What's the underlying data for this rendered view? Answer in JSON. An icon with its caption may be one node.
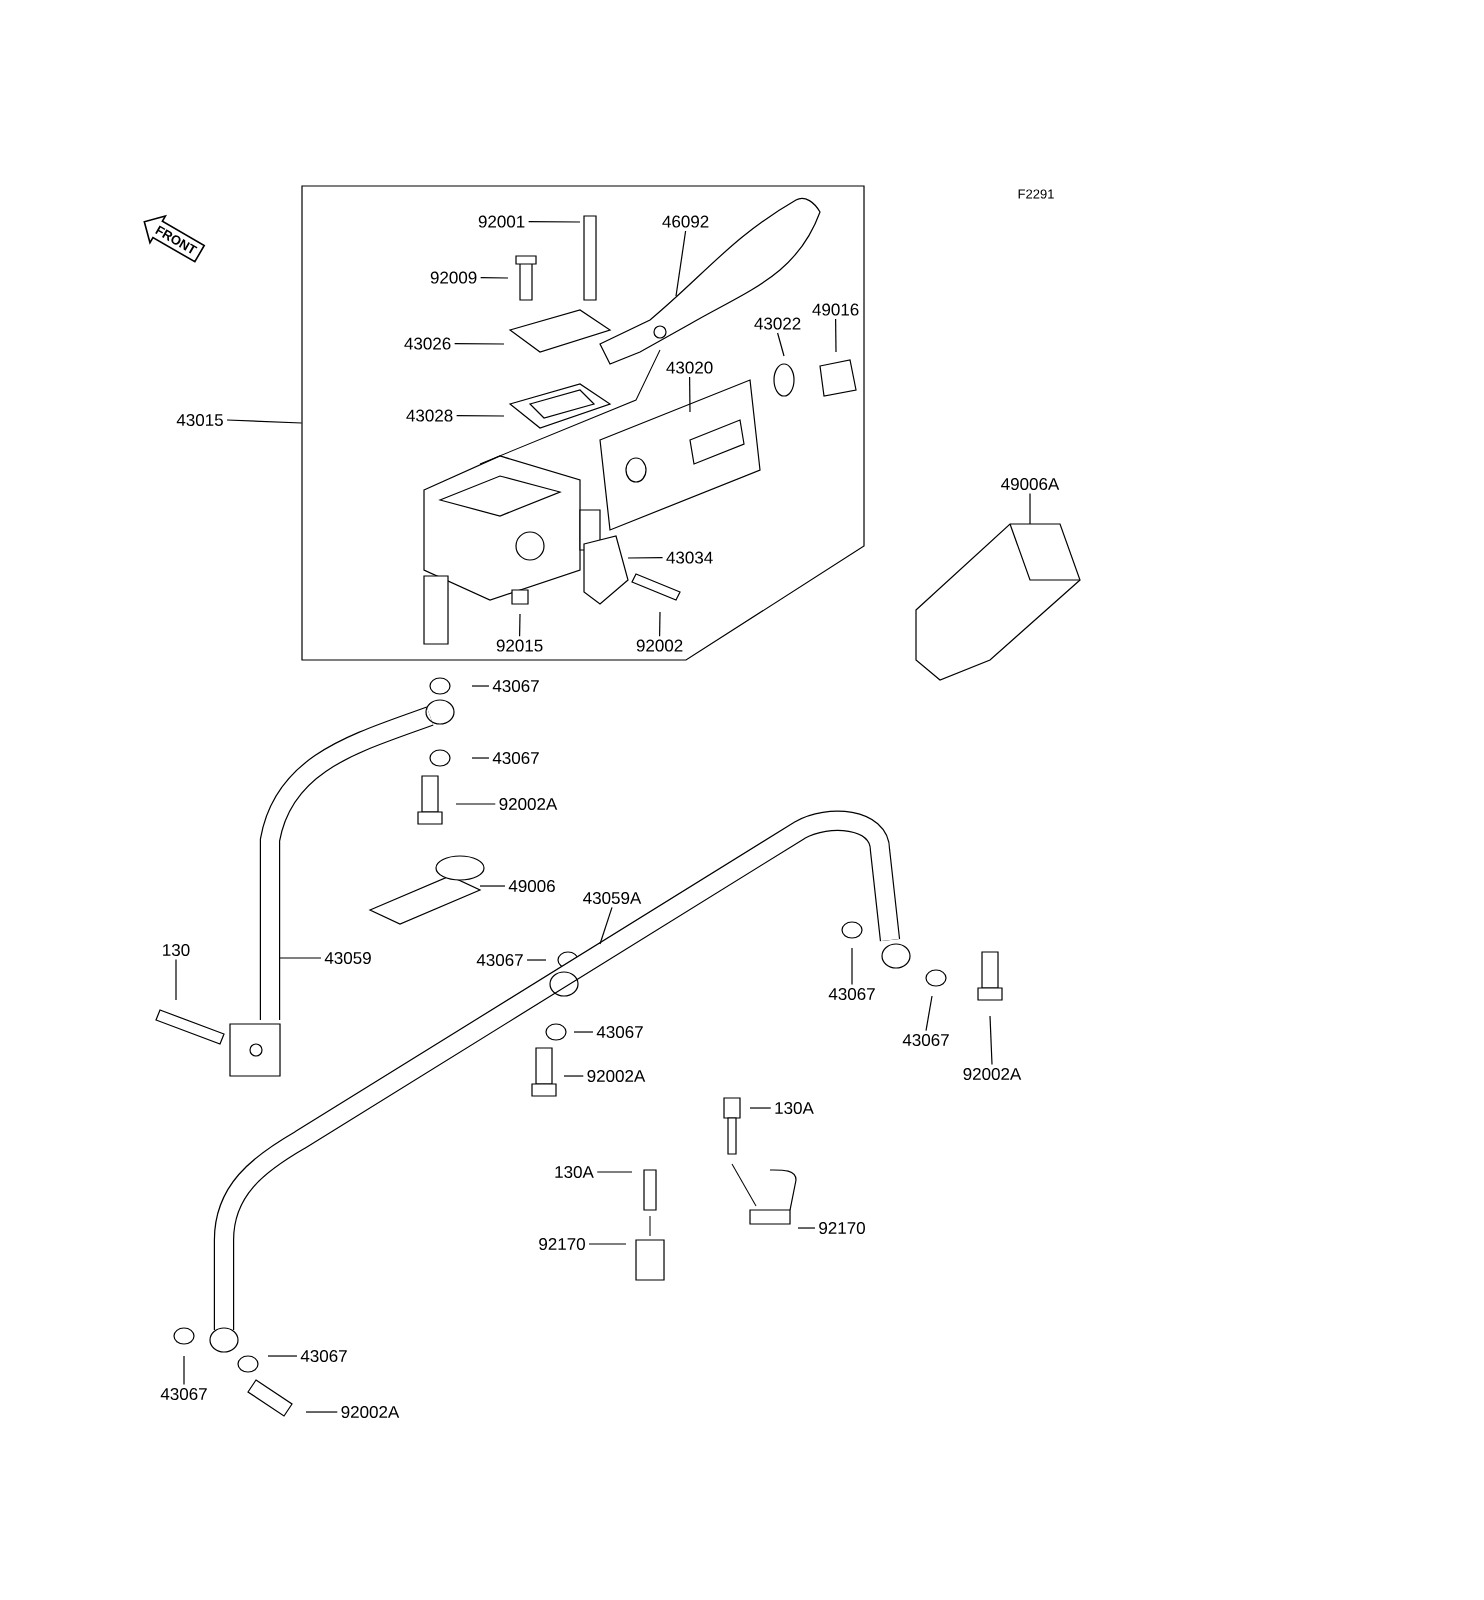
{
  "diagram": {
    "nodes": [
      {
        "text": [],
        "shape": "box"
      },
      {
        "text": [
          "92001"
        ],
        "in": 0
      },
      {
        "text": [
          "46092"
        ],
        "in": 0
      },
      {
        "text": [
          "92009"
        ],
        "in": 0
      },
      {
        "text": [
          "43026"
        ],
        "in": 0
      },
      {
        "text": [
          "43022"
        ],
        "in": 0
      },
      {
        "text": [
          "49016"
        ],
        "in": 0
      },
      {
        "text": [
          "43020"
        ],
        "in": 0
      },
      {
        "text": [
          "43028"
        ],
        "in": 0
      },
      {
        "text": [
          "43015"
        ]
      },
      {
        "text": [
          "43034"
        ],
        "in": 0
      },
      {
        "text": [
          "92015"
        ],
        "in": 0
      },
      {
        "text": [
          "92002"
        ],
        "in": 0
      },
      {
        "text": [
          "49006A"
        ]
      },
      {
        "text": [
          "43067"
        ]
      },
      {
        "text": [
          "43067"
        ]
      },
      {
        "text": [
          "92002A"
        ]
      },
      {
        "text": [
          "49006"
        ]
      },
      {
        "text": [
          "43059A"
        ]
      },
      {
        "text": [
          "130"
        ]
      },
      {
        "text": [
          "43059"
        ]
      },
      {
        "text": [
          "43067"
        ]
      },
      {
        "text": [
          "43067"
        ]
      },
      {
        "text": [
          "43067"
        ]
      },
      {
        "text": [
          "43067"
        ]
      },
      {
        "text": [
          "92002A"
        ]
      },
      {
        "text": [
          "92002A"
        ]
      },
      {
        "text": [
          "130A"
        ]
      },
      {
        "text": [
          "130A"
        ]
      },
      {
        "text": [
          "92170"
        ]
      },
      {
        "text": [
          "92170"
        ]
      },
      {
        "text": [
          "43067"
        ]
      },
      {
        "text": [
          "43067"
        ]
      },
      {
        "text": [
          "92002A"
        ]
      }
    ],
    "edges": [
      {
        "from": 1,
        "to": null,
        "arrow": "none"
      },
      {
        "from": 2,
        "to": null,
        "arrow": "none"
      },
      {
        "from": 3,
        "to": null,
        "arrow": "none"
      },
      {
        "from": 4,
        "to": null,
        "arrow": "none"
      },
      {
        "from": 5,
        "to": null,
        "arrow": "none"
      },
      {
        "from": 6,
        "to": null,
        "arrow": "none"
      },
      {
        "from": 7,
        "to": null,
        "arrow": "none"
      },
      {
        "from": 8,
        "to": null,
        "arrow": "none"
      },
      {
        "from": 9,
        "to": 0,
        "arrow": "none"
      },
      {
        "from": 10,
        "to": null,
        "arrow": "none"
      },
      {
        "from": 11,
        "to": null,
        "arrow": "none"
      },
      {
        "from": 12,
        "to": null,
        "arrow": "none"
      },
      {
        "from": 13,
        "to": null,
        "arrow": "none"
      },
      {
        "from": 14,
        "to": null,
        "arrow": "none"
      },
      {
        "from": 15,
        "to": null,
        "arrow": "none"
      },
      {
        "from": 16,
        "to": null,
        "arrow": "none"
      },
      {
        "from": 17,
        "to": null,
        "arrow": "none"
      },
      {
        "from": 18,
        "to": null,
        "arrow": "none"
      },
      {
        "from": 19,
        "to": null,
        "arrow": "none"
      },
      {
        "from": 20,
        "to": null,
        "arrow": "none"
      },
      {
        "from": 21,
        "to": null,
        "arrow": "none"
      },
      {
        "from": 22,
        "to": null,
        "arrow": "none"
      },
      {
        "from": 23,
        "to": null,
        "arrow": "none"
      },
      {
        "from": 24,
        "to": null,
        "arrow": "none"
      },
      {
        "from": 25,
        "to": null,
        "arrow": "none"
      },
      {
        "from": 26,
        "to": null,
        "arrow": "none"
      },
      {
        "from": 27,
        "to": null,
        "arrow": "none"
      },
      {
        "from": 28,
        "to": null,
        "arrow": "none"
      },
      {
        "from": 29,
        "to": null,
        "arrow": "none"
      },
      {
        "from": 30,
        "to": null,
        "arrow": "none"
      },
      {
        "from": 31,
        "to": null,
        "arrow": "none"
      },
      {
        "from": 32,
        "to": null,
        "arrow": "none"
      },
      {
        "from": 33,
        "to": null,
        "arrow": "none"
      }
    ],
    "labels": [
      "FRONT",
      "F2291"
    ]
  }
}
